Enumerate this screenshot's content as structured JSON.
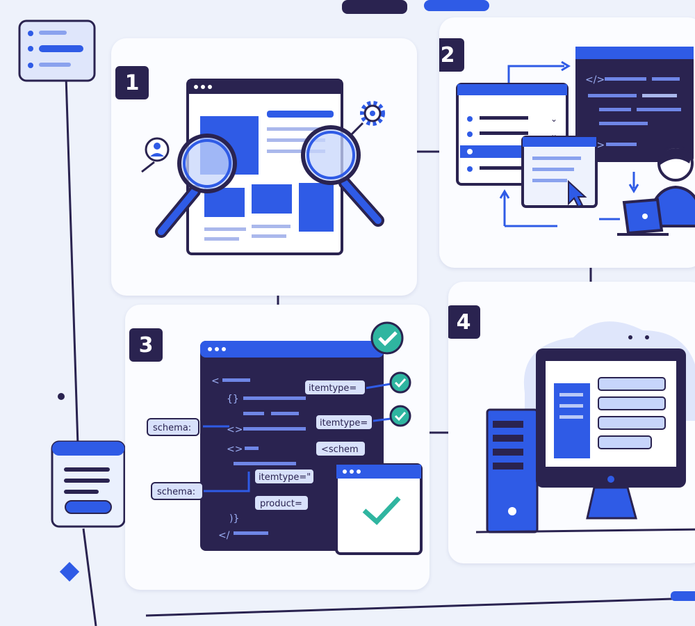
{
  "steps": [
    {
      "number": "1"
    },
    {
      "number": "2"
    },
    {
      "number": "3"
    },
    {
      "number": "4"
    }
  ],
  "code_tags": {
    "left_a": "schema:",
    "left_b": "schema:",
    "t1": "itemtype=",
    "t2": "itemtype=",
    "t3": "<schem",
    "t4": "itemtype=\"",
    "t5": "product="
  },
  "colors": {
    "accent": "#2f5be6",
    "dark": "#2a2350",
    "panel": "#fbfcff",
    "check": "#2fb5a0",
    "background": "#eef2fb"
  }
}
